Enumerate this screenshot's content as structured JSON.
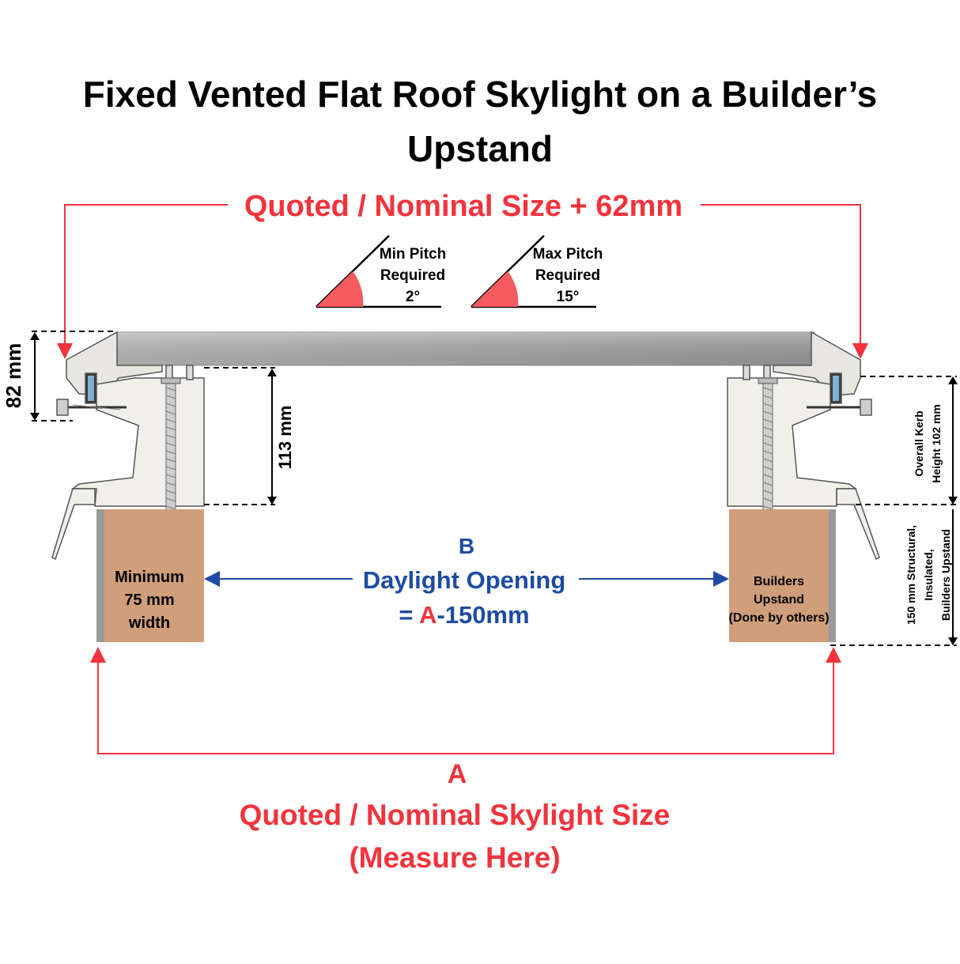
{
  "title": {
    "line1": "Fixed Vented Flat Roof Skylight on a Builder’s",
    "line2": "Upstand"
  },
  "top_dimension": {
    "label": "Quoted / Nominal Size + 62mm"
  },
  "pitch_min": {
    "line1": "Min Pitch",
    "line2": "Required",
    "line3": "2°"
  },
  "pitch_max": {
    "line1": "Max Pitch",
    "line2": "Required",
    "line3": "15°"
  },
  "dims": {
    "height_82": "82 mm",
    "height_113": "113 mm",
    "kerb_line1": "Overall Kerb",
    "kerb_line2": "Height 102 mm",
    "upstand_line1": "150 mm Structural,",
    "upstand_line2": "Insulated,",
    "upstand_line3": "Builders Upstand"
  },
  "left_upstand": {
    "line1": "Minimum",
    "line2": "75 mm",
    "line3": "width"
  },
  "right_upstand": {
    "line1": "Builders",
    "line2": "Upstand",
    "line3": "(Done by others)"
  },
  "daylight": {
    "letter": "B",
    "label": "Daylight Opening",
    "formula_prefix": "= ",
    "formula_letter": "A",
    "formula_suffix": "-150mm"
  },
  "bottom_dimension": {
    "letter": "A",
    "label": "Quoted / Nominal Skylight Size",
    "note": "(Measure Here)"
  },
  "colors": {
    "red": "#f2333b",
    "blue": "#1d4ba3",
    "timber": "#d09e7a",
    "frame": "#f0efea",
    "glass": "#a8a8a8",
    "pitch_fill": "#f45a5e"
  }
}
